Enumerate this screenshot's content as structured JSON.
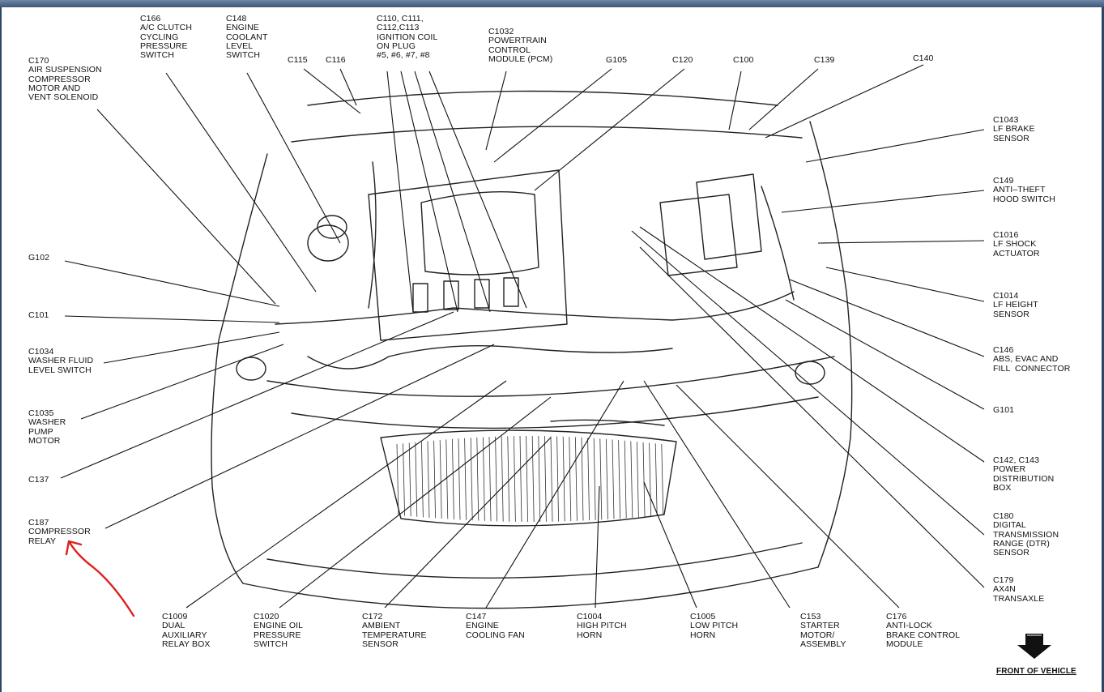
{
  "labels": {
    "c166": "C166\nA/C CLUTCH\nCYCLING\nPRESSURE\nSWITCH",
    "c148": "C148\nENGINE\nCOOLANT\nLEVEL\nSWITCH",
    "c110": "C110, C111,\nC112,C113\nIGNITION COIL\nON PLUG\n#5, #6, #7, #8",
    "c1032": "C1032\nPOWERTRAIN\nCONTROL\nMODULE (PCM)",
    "c170": "C170\nAIR SUSPENSION\nCOMPRESSOR\nMOTOR AND\nVENT SOLENOID",
    "c115": "C115",
    "c116": "C116",
    "g105": "G105",
    "c120": "C120",
    "c100": "C100",
    "c139": "C139",
    "c140": "C140",
    "c1043": "C1043\nLF BRAKE\nSENSOR",
    "c149": "C149\nANTI–THEFT\nHOOD SWITCH",
    "c1016": "C1016\nLF SHOCK\nACTUATOR",
    "g102": "G102",
    "c1014": "C1014\nLF HEIGHT\nSENSOR",
    "c101": "C101",
    "c1034": "C1034\nWASHER FLUID\nLEVEL SWITCH",
    "c146": "C146\nABS, EVAC AND\nFILL  CONNECTOR",
    "c1035": "C1035\nWASHER\nPUMP\nMOTOR",
    "g101": "G101",
    "c142": "C142, C143\nPOWER\nDISTRIBUTION\nBOX",
    "c137": "C137",
    "c187": "C187\nCOMPRESSOR\nRELAY",
    "c180": "C180\nDIGITAL\nTRANSMISSION\nRANGE (DTR)\nSENSOR",
    "c179": "C179\nAX4N\nTRANSAXLE",
    "c1009": "C1009\nDUAL\nAUXILIARY\nRELAY BOX",
    "c1020": "C1020\nENGINE OIL\nPRESSURE\nSWITCH",
    "c172": "C172\nAMBIENT\nTEMPERATURE\nSENSOR",
    "c147": "C147\nENGINE\nCOOLING FAN",
    "c1004": "C1004\nHIGH PITCH\nHORN",
    "c1005": "C1005\nLOW PITCH\nHORN",
    "c153": "C153\nSTARTER\nMOTOR/\nASSEMBLY",
    "c176": "C176\nANTI-LOCK\nBRAKE CONTROL\nMODULE"
  },
  "front_of_vehicle": "FRONT OF VEHICLE",
  "annotation_color": "#e0201c",
  "frame_color": "#2e4766"
}
